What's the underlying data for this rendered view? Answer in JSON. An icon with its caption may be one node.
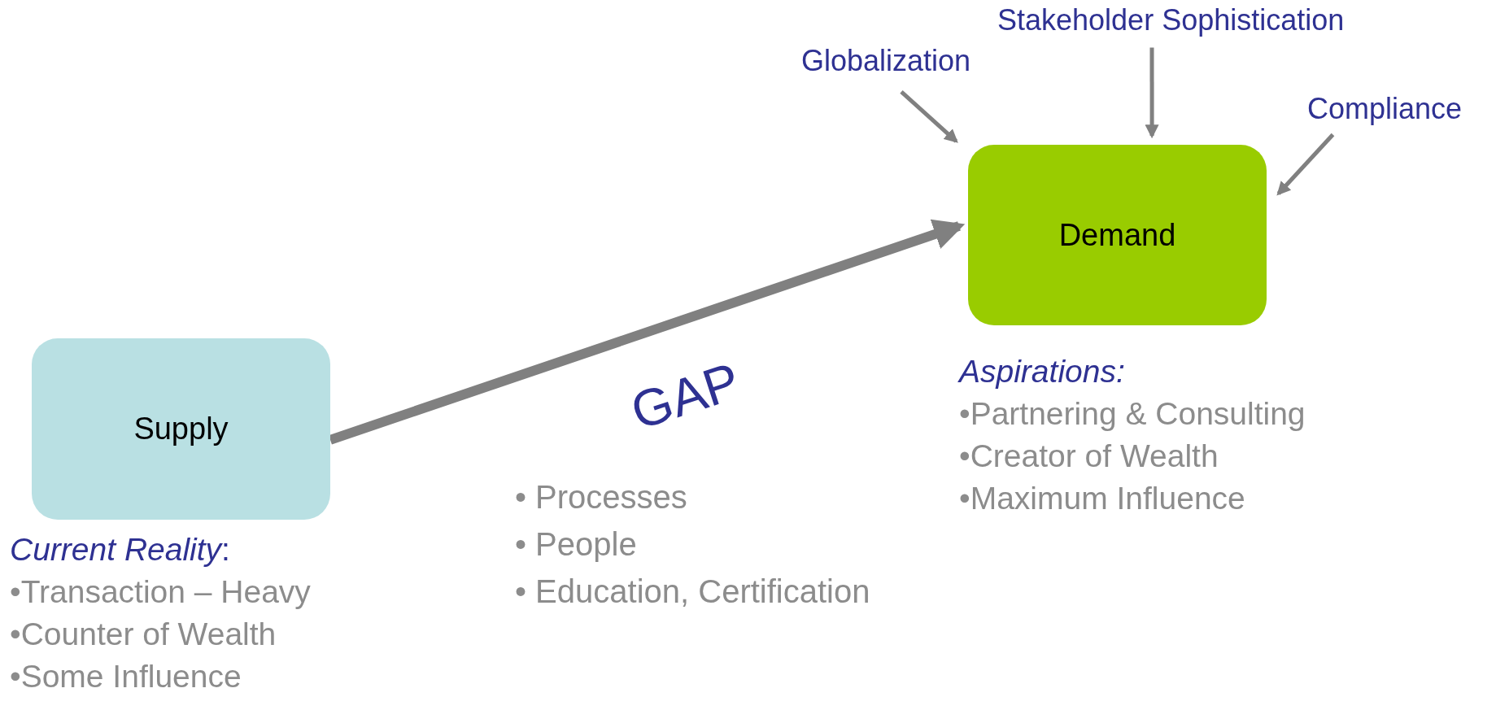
{
  "diagram": {
    "nodes": [
      {
        "text": [
          "Supply"
        ],
        "beside": [
          "*Current Reality*:",
          "•Transaction – Heavy",
          "•Counter of Wealth",
          "•Some Influence"
        ]
      },
      {
        "text": [
          "Demand"
        ],
        "beside": [
          "*Aspirations:*",
          "•Partnering & Consulting",
          "•Creator of Wealth",
          "•Maximum Influence"
        ]
      },
      {
        "text": [
          "Globalization"
        ]
      },
      {
        "text": [
          "Stakeholder Sophistication"
        ]
      },
      {
        "text": [
          "Compliance"
        ]
      }
    ],
    "edges": [
      {
        "from": 0,
        "to": 1,
        "arrow": "to",
        "style": "thick"
      },
      {
        "from": 2,
        "to": 1,
        "arrow": "to"
      },
      {
        "from": 3,
        "to": 1,
        "arrow": "to"
      },
      {
        "from": 4,
        "to": 1,
        "arrow": "to"
      }
    ],
    "labels": [
      "GAP",
      "• Processes",
      "• People",
      "• Education, Certification"
    ]
  }
}
